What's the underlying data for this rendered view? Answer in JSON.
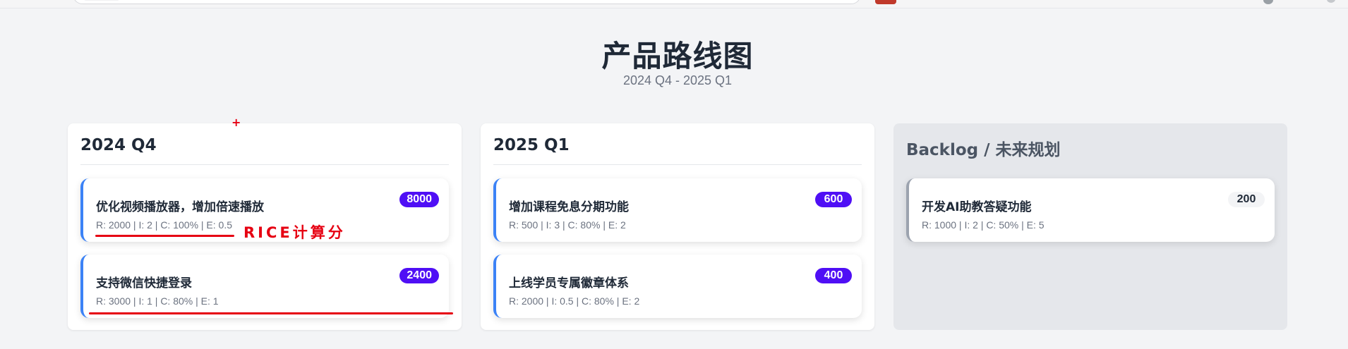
{
  "header": {
    "title": "产品路线图",
    "subtitle": "2024 Q4 - 2025 Q1"
  },
  "columns": [
    {
      "title": "2024 Q4",
      "cards": [
        {
          "title": "优化视频播放器，增加倍速播放",
          "meta": "R: 2000 | I: 2 | C: 100% | E: 0.5",
          "score": "8000"
        },
        {
          "title": "支持微信快捷登录",
          "meta": "R: 3000 | I: 1 | C: 80% | E: 1",
          "score": "2400"
        }
      ]
    },
    {
      "title": "2025 Q1",
      "cards": [
        {
          "title": "增加课程免息分期功能",
          "meta": "R: 500 | I: 3 | C: 80% | E: 2",
          "score": "600"
        },
        {
          "title": "上线学员专属徽章体系",
          "meta": "R: 2000 | I: 0.5 | C: 80% | E: 2",
          "score": "400"
        }
      ]
    },
    {
      "title": "Backlog / 未来规划",
      "cards": [
        {
          "title": "开发AI助教答疑功能",
          "meta": "R: 1000 | I: 2 | C: 50% | E: 5",
          "score": "200"
        }
      ]
    }
  ],
  "annotation": {
    "text": "RICE计算分",
    "plus": "+"
  },
  "colors": {
    "accent": "#3b82f6",
    "score_badge": "#4f0ff5",
    "annotation": "#e60012"
  }
}
